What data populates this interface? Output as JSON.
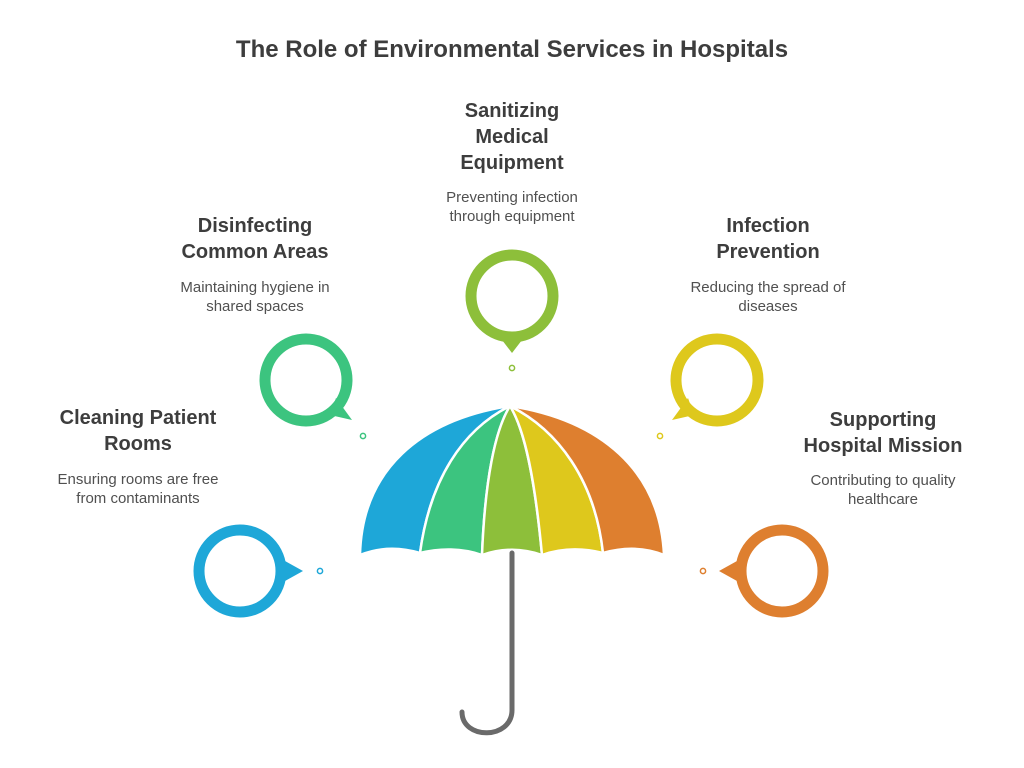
{
  "title": "The Role of Environmental Services in Hospitals",
  "colors": {
    "blue": "#1EA7D8",
    "green": "#3CC47F",
    "olive": "#8DBF3A",
    "yellow": "#DEC81C",
    "orange": "#DE7F2F",
    "handle": "#6A6A6A"
  },
  "items": [
    {
      "id": "cleaning",
      "heading_lines": [
        "Cleaning Patient",
        "Rooms"
      ],
      "desc_lines": [
        "Ensuring rooms are free",
        "from contaminants"
      ]
    },
    {
      "id": "common",
      "heading_lines": [
        "Disinfecting",
        "Common Areas"
      ],
      "desc_lines": [
        "Maintaining hygiene in",
        "shared spaces"
      ]
    },
    {
      "id": "equipment",
      "heading_lines": [
        "Sanitizing",
        "Medical",
        "Equipment"
      ],
      "desc_lines": [
        "Preventing infection",
        "through equipment"
      ]
    },
    {
      "id": "infection",
      "heading_lines": [
        "Infection",
        "Prevention"
      ],
      "desc_lines": [
        "Reducing the spread of",
        "diseases"
      ]
    },
    {
      "id": "mission",
      "heading_lines": [
        "Supporting",
        "Hospital Mission"
      ],
      "desc_lines": [
        "Contributing to quality",
        "healthcare"
      ]
    }
  ]
}
